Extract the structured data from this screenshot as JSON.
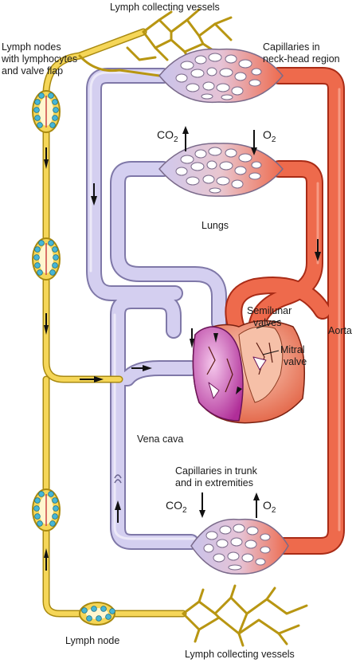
{
  "labels": {
    "lymph_top": "Lymph collecting vessels",
    "lymph_nodes_1": "Lymph nodes",
    "lymph_nodes_2": "with lymphocytes",
    "lymph_nodes_3": "and valve flap",
    "cap_head_1": "Capillaries in",
    "cap_head_2": "neck-head region",
    "lungs": "Lungs",
    "semilunar_1": "Semilunar",
    "semilunar_2": "valves",
    "aorta": "Aorta",
    "mitral_1": "Mitral",
    "mitral_2": "valve",
    "vena_cava": "Vena cava",
    "cap_trunk_1": "Capillaries in trunk",
    "cap_trunk_2": "and in extremities",
    "lymph_node": "Lymph node",
    "lymph_bottom": "Lymph collecting vessels"
  },
  "gases": {
    "co2": "CO",
    "co2_sub": "2",
    "o2": "O",
    "o2_sub": "2"
  },
  "colors": {
    "venous": "#c9c3ea",
    "venous_edge": "#7f78a8",
    "arterial": "#e8553a",
    "arterial_edge": "#a92b16",
    "lymph": "#f2cf4a",
    "lymph_edge": "#a98a10",
    "lymphocyte": "#46b6d6",
    "heart_left": "#c23ea8",
    "heart_right": "#e8745a"
  }
}
